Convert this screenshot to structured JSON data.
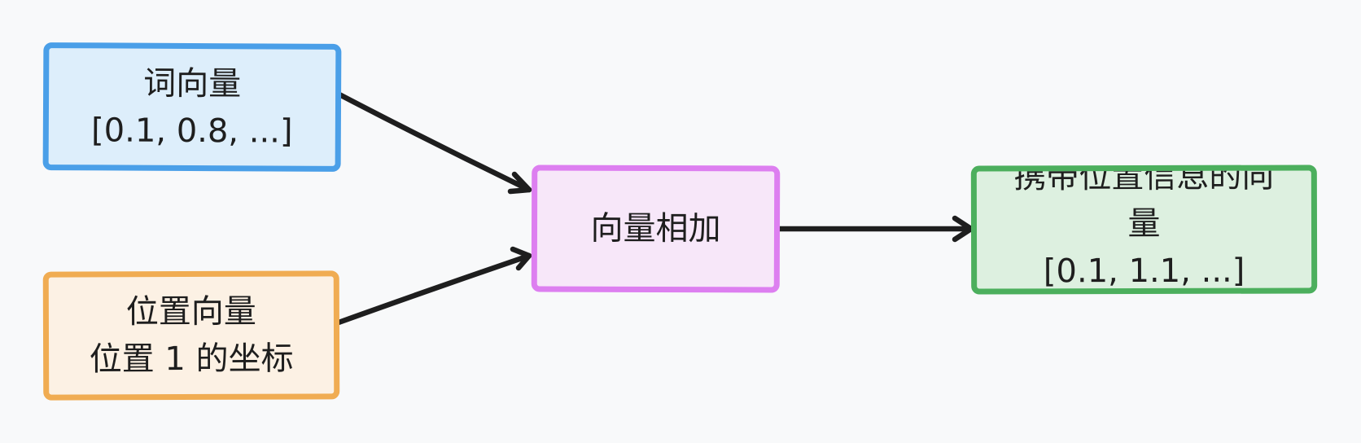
{
  "nodes": {
    "word_vector": {
      "lines": [
        "词向量",
        "[0.1, 0.8, ...]"
      ],
      "stroke": "#4a9fe8",
      "fill": "#ddeefb"
    },
    "position_vector": {
      "lines": [
        "位置向量",
        "位置 1 的坐标"
      ],
      "stroke": "#f0ac52",
      "fill": "#fcf1e4"
    },
    "vector_add": {
      "lines": [
        "向量相加"
      ],
      "stroke": "#dd7ff0",
      "fill": "#f7e7f9"
    },
    "output_vector": {
      "lines": [
        "携带位置信息的向",
        "量",
        "[0.1, 1.1, ...]"
      ],
      "stroke": "#4caf5d",
      "fill": "#ddf0e0"
    }
  },
  "edges": [
    {
      "from": "word_vector",
      "to": "vector_add"
    },
    {
      "from": "position_vector",
      "to": "vector_add"
    },
    {
      "from": "vector_add",
      "to": "output_vector"
    }
  ],
  "colors": {
    "background": "#f8f9fa",
    "edge": "#1e1e1e",
    "text": "#1e1e1e"
  }
}
